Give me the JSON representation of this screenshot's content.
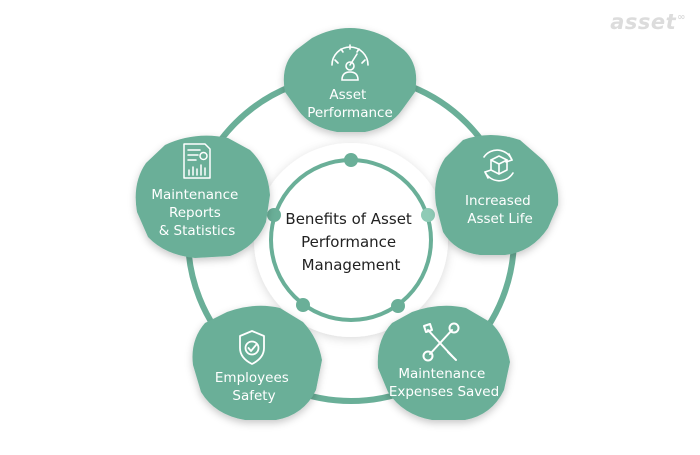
{
  "brand": {
    "name": "asset",
    "mark": "∞"
  },
  "colors": {
    "accent": "#6aaf98",
    "ring": "#6aaf98",
    "hub_fill": "#ffffff",
    "text_on_accent": "#ffffff",
    "hub_text": "#222222"
  },
  "center": {
    "line1": "Benefits of Asset",
    "line2": "Performance",
    "line3": "Management"
  },
  "nodes": [
    {
      "icon": "gauge-user-icon",
      "line1": "Asset",
      "line2": "Performance",
      "line3": ""
    },
    {
      "icon": "cycle-box-icon",
      "line1": "Increased",
      "line2": "Asset Life",
      "line3": ""
    },
    {
      "icon": "wrench-screwdriver-icon",
      "line1": "Maintenance",
      "line2": "Expenses Saved",
      "line3": ""
    },
    {
      "icon": "shield-check-icon",
      "line1": "Employees",
      "line2": "Safety",
      "line3": ""
    },
    {
      "icon": "report-chart-icon",
      "line1": "Maintenance",
      "line2": "Reports",
      "line3": "& Statistics"
    }
  ]
}
